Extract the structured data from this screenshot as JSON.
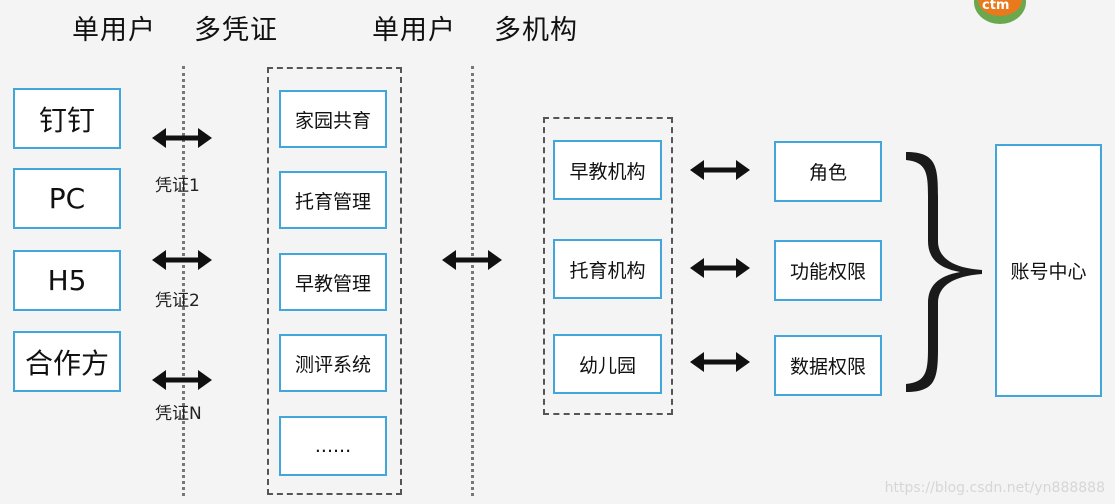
{
  "headings": {
    "left_user": "单用户",
    "left_multi": "多凭证",
    "right_user": "单用户",
    "right_multi": "多机构"
  },
  "clients": [
    "钉钉",
    "PC",
    "H5",
    "合作方"
  ],
  "credentials": [
    "凭证1",
    "凭证2",
    "凭证N"
  ],
  "systems": [
    "家园共育",
    "托育管理",
    "早教管理",
    "测评系统",
    "......"
  ],
  "institutions": [
    "早教机构",
    "托育机构",
    "幼儿园"
  ],
  "attributes": [
    "角色",
    "功能权限",
    "数据权限"
  ],
  "account_center": "账号中心",
  "watermark": "https://blog.csdn.net/yn888888",
  "colors": {
    "box_border": "#41a6d9",
    "background": "#f4f4f4",
    "arrow": "#111111",
    "logo": "#e8791c"
  }
}
